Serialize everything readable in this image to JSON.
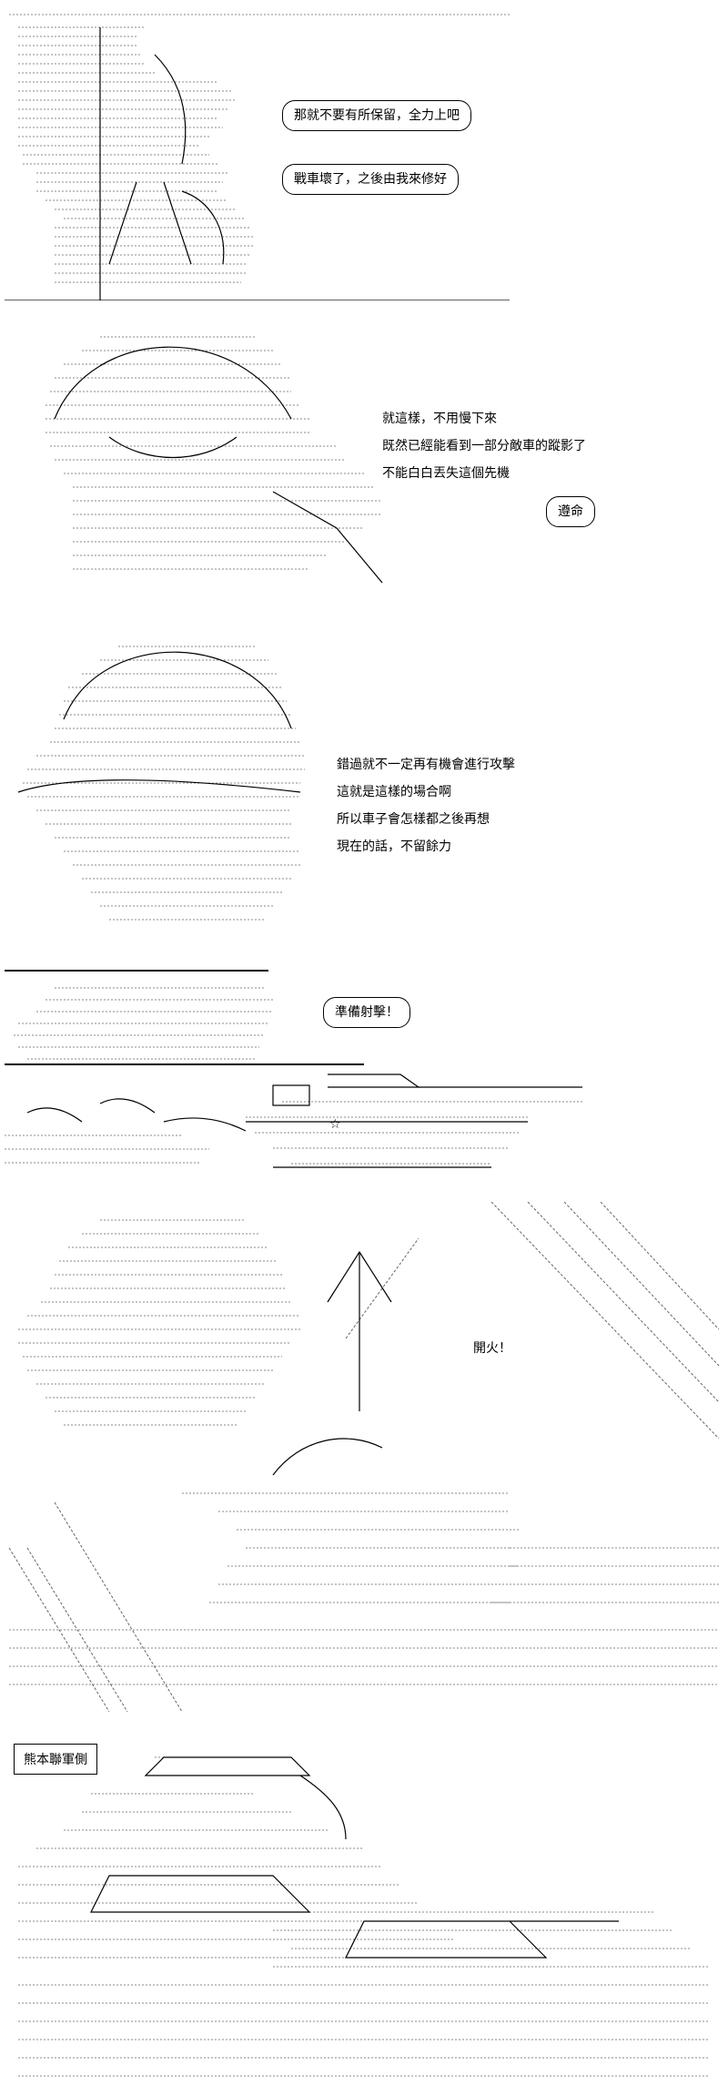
{
  "panel1": {
    "bubbles": [
      "那就不要有所保留，全力上吧",
      "戰車壞了，之後由我來修好"
    ]
  },
  "panel2": {
    "narration": [
      "就這樣，不用慢下來",
      "既然已經能看到一部分敵車的蹤影了",
      "不能白白丟失這個先機"
    ],
    "reply": "遵命"
  },
  "panel3": {
    "narration": [
      "錯過就不一定再有機會進行攻擊",
      "這就是這樣的場合啊",
      "所以車子會怎樣都之後再想",
      "現在的話，不留餘力"
    ]
  },
  "panel4": {
    "bubble": "準備射擊！"
  },
  "panel6": {
    "burst": "開火！"
  },
  "panel7": {
    "caption": "熊本聯軍側"
  }
}
